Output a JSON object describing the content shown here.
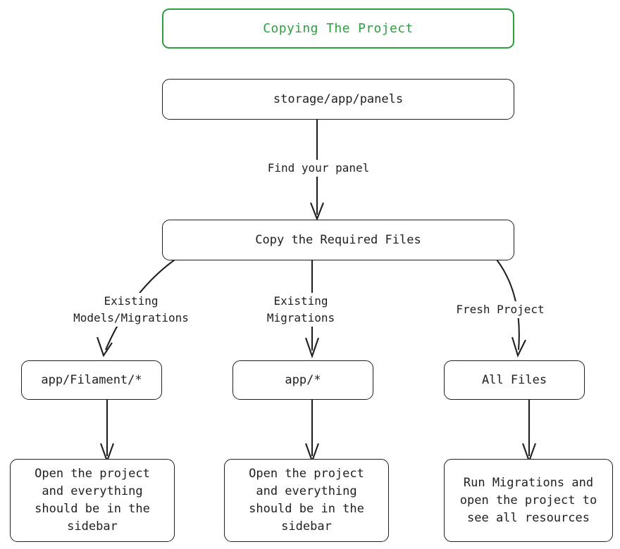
{
  "diagram": {
    "type": "flowchart",
    "title": "Copying The Project",
    "accent_color": "#2f9e41",
    "node_color": "#1f1f1f",
    "background": "#ffffff",
    "nodes": {
      "title": "Copying The Project",
      "storage_path": "storage/app/panels",
      "copy_files": "Copy the Required Files",
      "app_filament": "app/Filament/*",
      "app_all": "app/*",
      "all_files": "All Files",
      "result_left": "Open the project\nand everything\nshould be in the\nsidebar",
      "result_middle": "Open the project\nand everything\nshould be in the\nsidebar",
      "result_right": "Run Migrations and\nopen the project to\nsee all resources"
    },
    "edge_labels": {
      "find_panel": "Find your panel",
      "existing_models_migrations": "Existing\nModels/Migrations",
      "existing_migrations": "Existing\nMigrations",
      "fresh_project": "Fresh Project"
    }
  }
}
